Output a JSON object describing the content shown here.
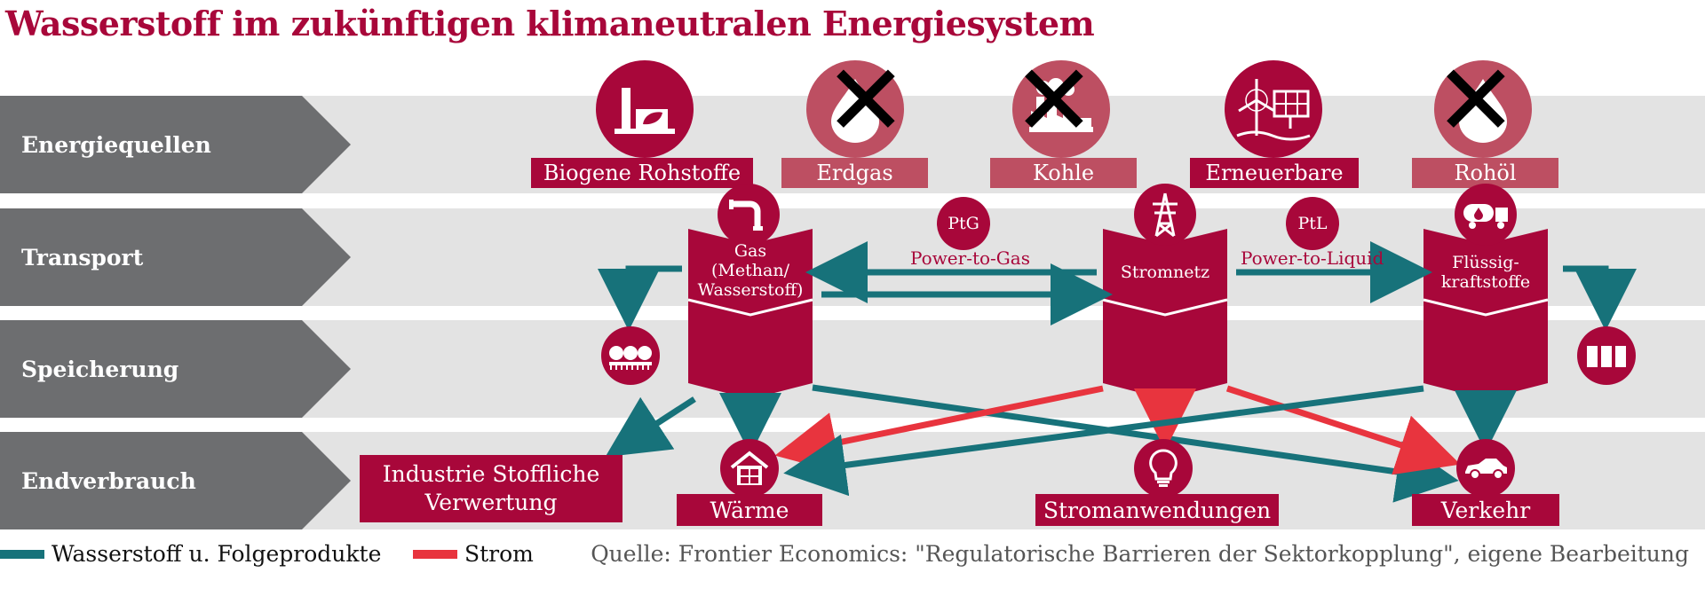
{
  "title": "Wasserstoff im zukünftigen klimaneutralen Energiesystem",
  "rows": [
    "Energiequellen",
    "Transport",
    "Speicherung",
    "Endverbrauch"
  ],
  "sources": {
    "biogene": "Biogene Rohstoffe",
    "erdgas": "Erdgas",
    "kohle": "Kohle",
    "erneuerbare": "Erneuerbare",
    "rohoel": "Rohöl"
  },
  "pillars": {
    "gas": "Gas\n(Methan/\nWasserstoff)",
    "strom": "Stromnetz",
    "fluessig": "Flüssig-\nkraftstoffe"
  },
  "conversions": {
    "ptg_short": "PtG",
    "ptg_long": "Power-to-Gas",
    "ptl_short": "PtL",
    "ptl_long": "Power-to-Liquid"
  },
  "end_uses": {
    "industrie": "Industrie Stoffliche\nVerwertung",
    "waerme": "Wärme",
    "stromanwendungen": "Stromanwendungen",
    "verkehr": "Verkehr"
  },
  "legend": {
    "h2": "Wasserstoff u. Folgeprodukte",
    "strom": "Strom"
  },
  "source_note": "Quelle: Frontier Economics: \"Regulatorische Barrieren der Sektorkopplung\", eigene Bearbeitung",
  "colors": {
    "crimson": "#a8073a",
    "crimson_light": "#bd4f62",
    "teal": "#17727a",
    "strom_red": "#e8343e",
    "band_gray": "#e3e3e3",
    "label_gray": "#6d6e70"
  },
  "icons": [
    "biomass-factory-icon",
    "gas-drop-icon",
    "coal-factory-icon",
    "wind-solar-icon",
    "oil-drop-icon",
    "pipe-icon",
    "power-pylon-icon",
    "tank-truck-icon",
    "gas-tanks-icon",
    "oil-tanks-icon",
    "house-icon",
    "lightbulb-icon",
    "car-icon"
  ]
}
